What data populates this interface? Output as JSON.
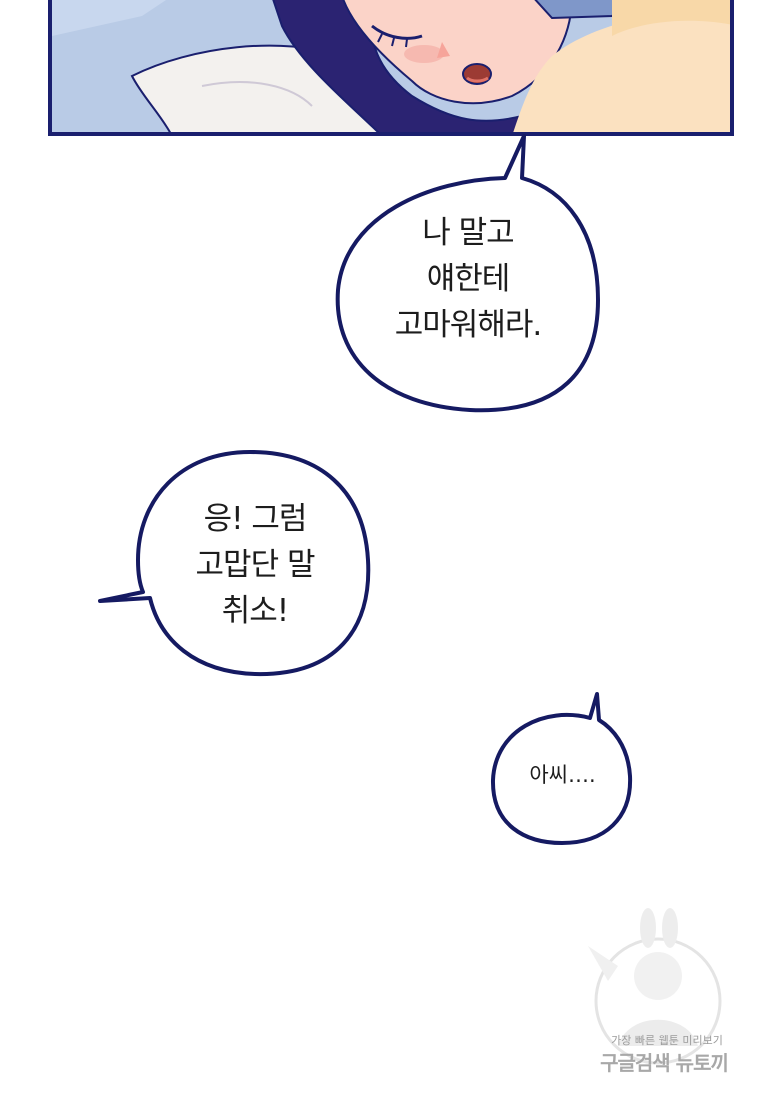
{
  "bubbles": {
    "first": {
      "lines": [
        "나 말고",
        "얘한테",
        "고마워해라."
      ]
    },
    "second": {
      "lines": [
        "응! 그럼",
        "고맙단 말",
        "취소!"
      ]
    },
    "third": {
      "lines": [
        "아씨…."
      ]
    }
  },
  "watermark": {
    "line1": "가장 빠른 웹툰 미리보기",
    "line2": "구글검색 뉴토끼"
  },
  "colors": {
    "outline": "#1a1f6e",
    "panel_sky": "#b9cbe6",
    "skin": "#fbd3c8",
    "hair": "#2b2372"
  }
}
